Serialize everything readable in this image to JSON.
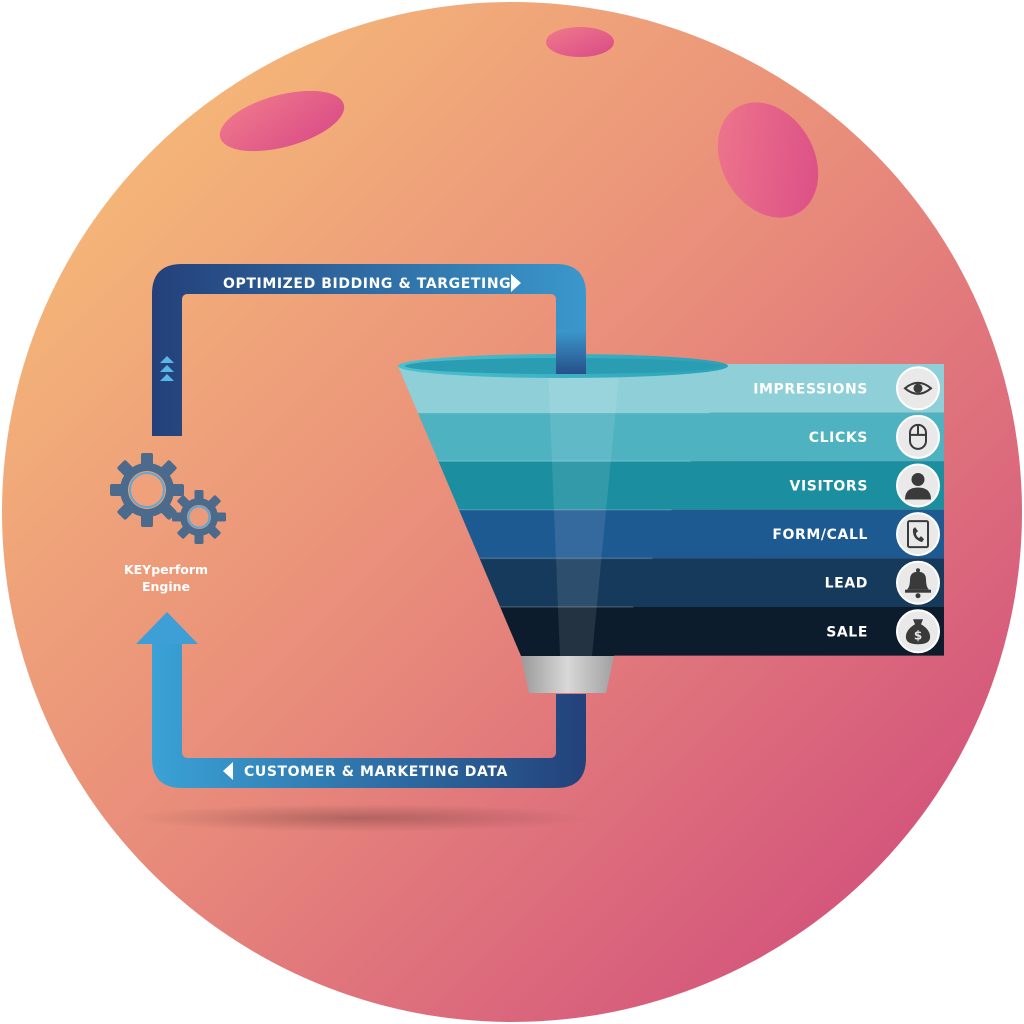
{
  "loop": {
    "top_label": "OPTIMIZED BIDDING & TARGETING",
    "bottom_label": "CUSTOMER & MARKETING DATA",
    "engine_line1": "KEYperform",
    "engine_line2": "Engine"
  },
  "funnel": {
    "stages": [
      {
        "label": "IMPRESSIONS",
        "icon": "eye-icon",
        "color": "#8ecfd8"
      },
      {
        "label": "CLICKS",
        "icon": "mouse-icon",
        "color": "#4fb2c0"
      },
      {
        "label": "VISITORS",
        "icon": "person-icon",
        "color": "#1b8fa0"
      },
      {
        "label": "FORM/CALL",
        "icon": "phone-form-icon",
        "color": "#1e5a92"
      },
      {
        "label": "LEAD",
        "icon": "bell-icon",
        "color": "#163a5c"
      },
      {
        "label": "SALE",
        "icon": "money-bag-icon",
        "color": "#0c1c2c"
      }
    ]
  },
  "colors": {
    "background_start": "#f7c076",
    "background_end": "#cf4a7e",
    "loop_dark": "#23417a",
    "loop_light": "#3a9fd3",
    "gear": "#4a6a8a"
  }
}
